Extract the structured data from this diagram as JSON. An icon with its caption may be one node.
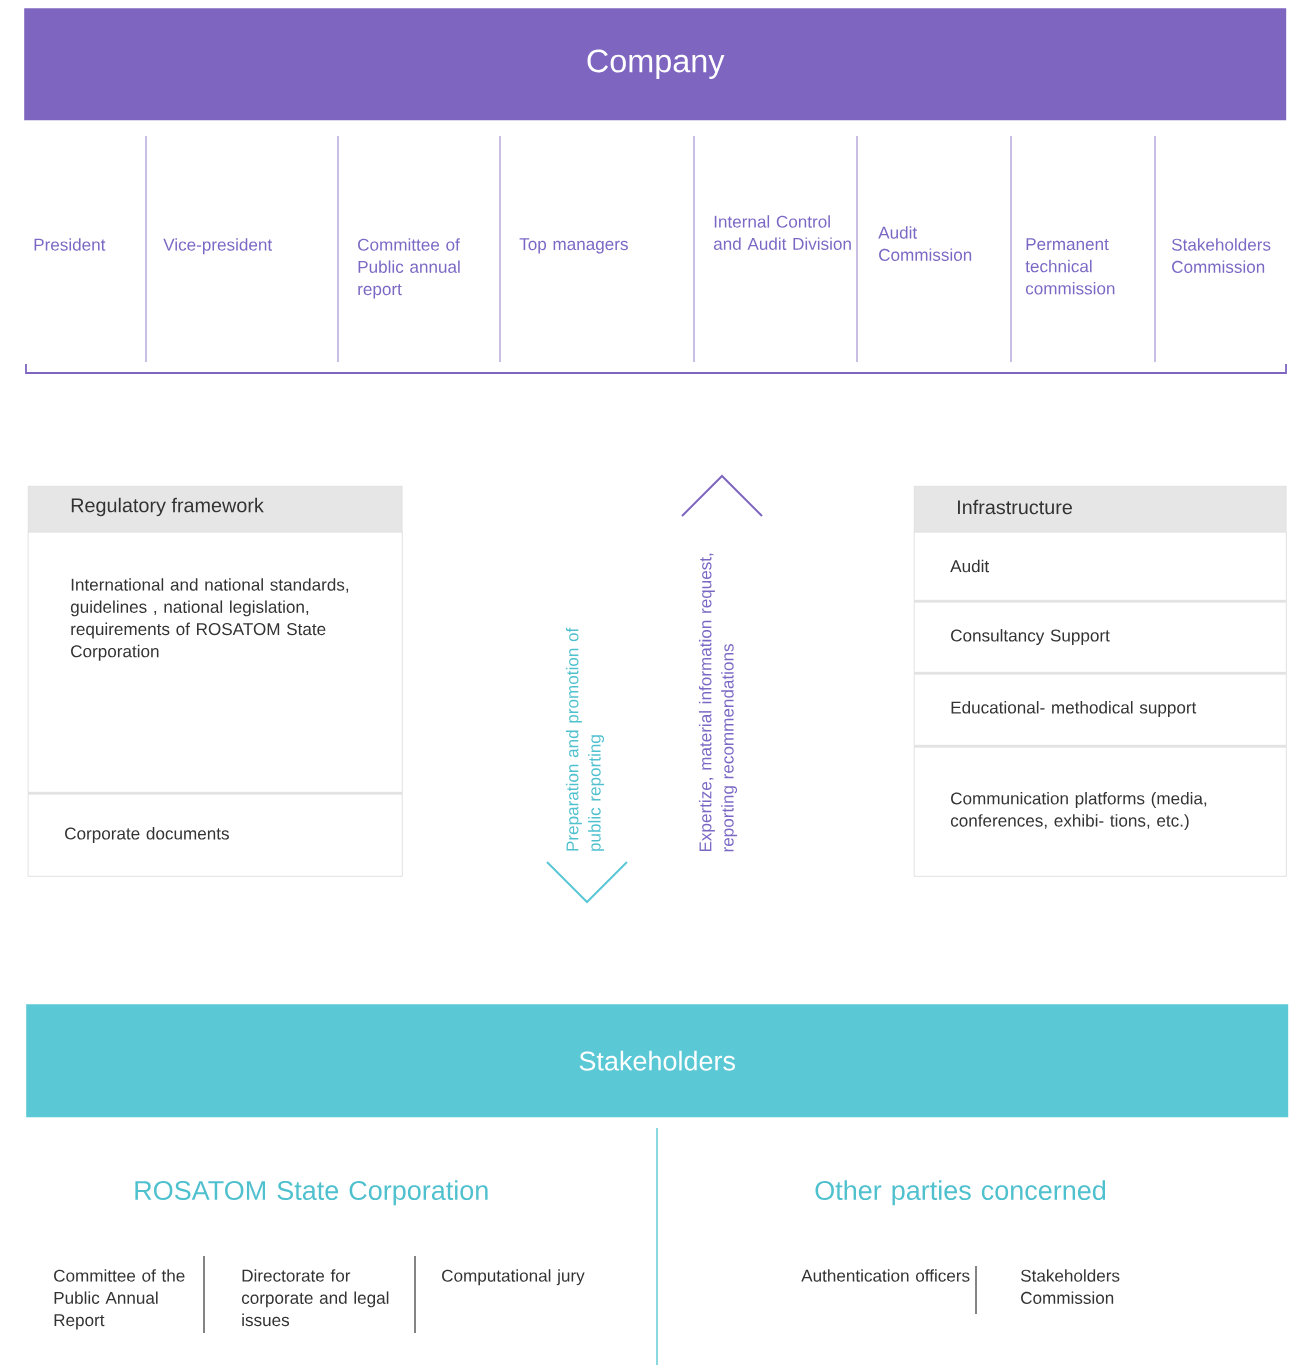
{
  "diagram": {
    "nodes": [
      {
        "text": [
          "Company"
        ]
      },
      {
        "text": [
          "Regulatory framework"
        ]
      },
      {
        "text": [
          "International and national standards, guidelines , national legislation, requirements of ROSATOM State Corporation"
        ],
        "in": 1
      },
      {
        "text": [
          "Corporate documents"
        ],
        "in": 1
      },
      {
        "text": [
          "Infrastructure"
        ]
      },
      {
        "text": [
          "Audit"
        ],
        "in": 4
      },
      {
        "text": [
          "Consultancy Support"
        ],
        "in": 4
      },
      {
        "text": [
          "Educational- methodical support"
        ],
        "in": 4
      },
      {
        "text": [
          "Communication platforms (media, conferences, exhibi- tions, etc.)"
        ],
        "in": 4
      },
      {
        "text": [
          "Stakeholders"
        ]
      }
    ],
    "labels": [
      "President",
      "Vice-president",
      "Committee of Public annual report",
      "Top managers",
      "Internal Control and Audit Division",
      "Audit Commission",
      "Permanent technical commission",
      "Stakeholders Commission",
      "ROSATOM State Corporation",
      "Other parties concerned",
      "Committee of the Public Annual Report",
      "Directorate for corporate and legal issues",
      "Computational jury",
      "Authentication officers",
      "Stakeholders Commission",
      "Preparation and promotion of public reporting",
      "Expertize, material information request, reporting recommendations"
    ]
  }
}
